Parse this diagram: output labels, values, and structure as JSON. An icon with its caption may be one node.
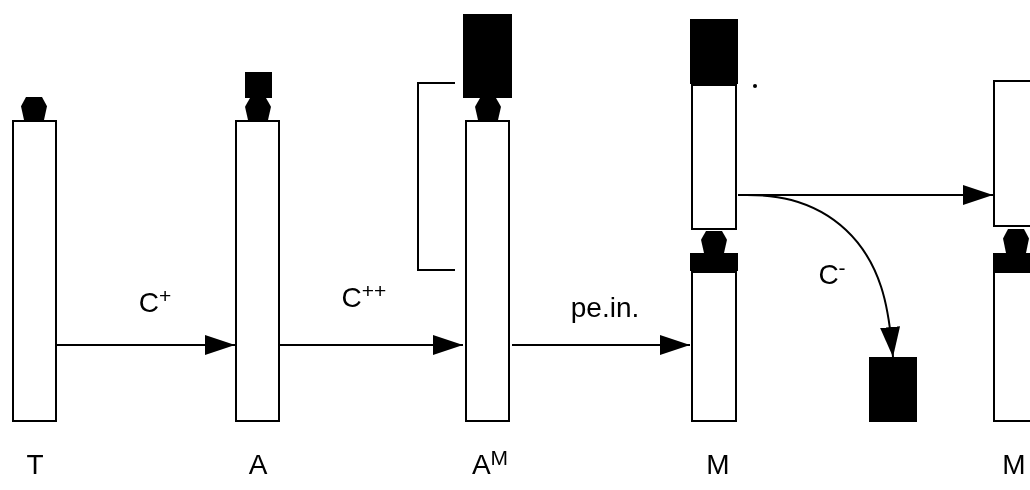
{
  "diagram": {
    "nodes": [
      {
        "text": [],
        "shape": "bar",
        "beside": [
          "T"
        ]
      },
      {
        "text": [],
        "shape": "bar",
        "beside": [
          "A"
        ]
      },
      {
        "text": [],
        "shape": "bar",
        "beside": [
          "A$^{M}$"
        ]
      },
      {
        "text": [],
        "shape": "bar",
        "beside": [
          "M"
        ]
      },
      {
        "text": [],
        "shape": "box"
      },
      {
        "text": [],
        "shape": "bar",
        "beside": [
          "M"
        ]
      }
    ],
    "edges": [
      {
        "from": 0,
        "to": 1,
        "arrow": "to",
        "label": "C$^{+}$"
      },
      {
        "from": 1,
        "to": 2,
        "arrow": "to",
        "label": "C$^{++}$"
      },
      {
        "from": 2,
        "to": 3,
        "arrow": "to",
        "label": "pe.in."
      },
      {
        "from": 3,
        "to": 5,
        "arrow": "to"
      },
      {
        "from": 3,
        "to": 4,
        "arrow": "to",
        "label": "C$^{-}$"
      }
    ]
  }
}
